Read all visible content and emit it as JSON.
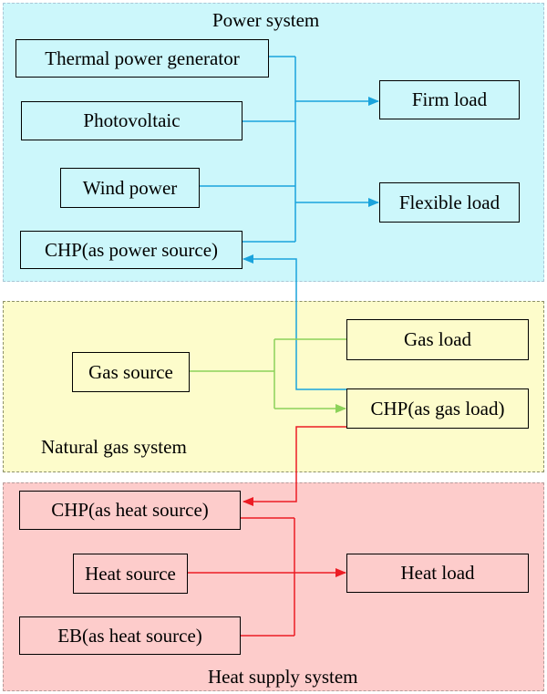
{
  "colors": {
    "power_region": "#ccf7fb",
    "gas_region": "#fdfccb",
    "heat_region": "#fdcccb",
    "power_lines": "#1aa3dc",
    "gas_lines": "#8cd25a",
    "heat_lines": "#ec1c24"
  },
  "regions": {
    "power": "Power system",
    "gas": "Natural gas system",
    "heat": "Heat supply system"
  },
  "nodes": {
    "thermal": "Thermal power generator",
    "pv": "Photovoltaic",
    "wind": "Wind power",
    "chp_power": "CHP(as power source)",
    "firm_load": "Firm load",
    "flexible_load": "Flexible load",
    "gas_source": "Gas source",
    "gas_load": "Gas load",
    "chp_gas": "CHP(as gas load)",
    "chp_heat": "CHP(as heat source)",
    "heat_source": "Heat source",
    "eb_heat": "EB(as heat source)",
    "heat_load": "Heat load"
  }
}
